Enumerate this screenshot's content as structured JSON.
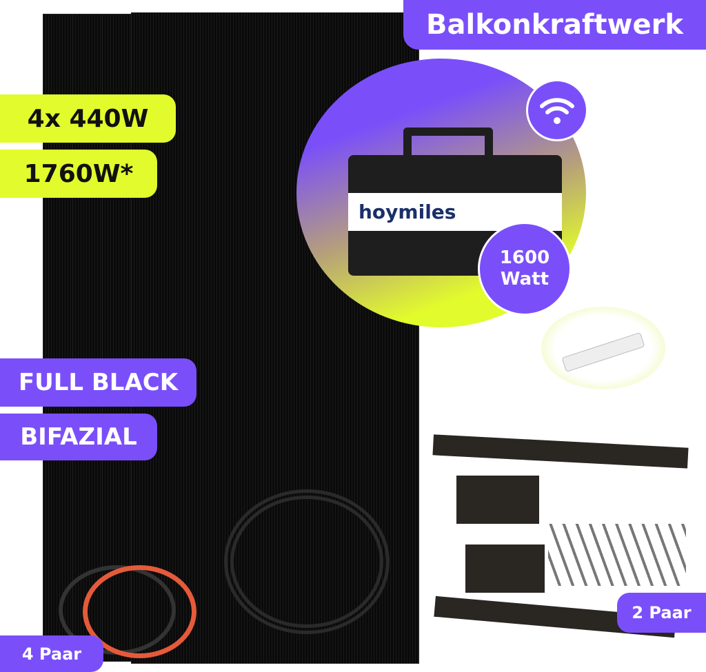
{
  "title": "Balkonkraftwerk",
  "badges": {
    "panels": "4x 440W",
    "total_power": "1760W*",
    "full_black": "FULL BLACK",
    "bifacial": "BIFAZIAL",
    "cable_pairs": "4 Paar",
    "mount_pairs": "2 Paar"
  },
  "inverter": {
    "brand": "hoymiles",
    "power_value": "1600",
    "power_unit": "Watt",
    "icon": "wifi-icon"
  },
  "colors": {
    "purple": "#7a4ffa",
    "lime": "#e2fb2c"
  }
}
